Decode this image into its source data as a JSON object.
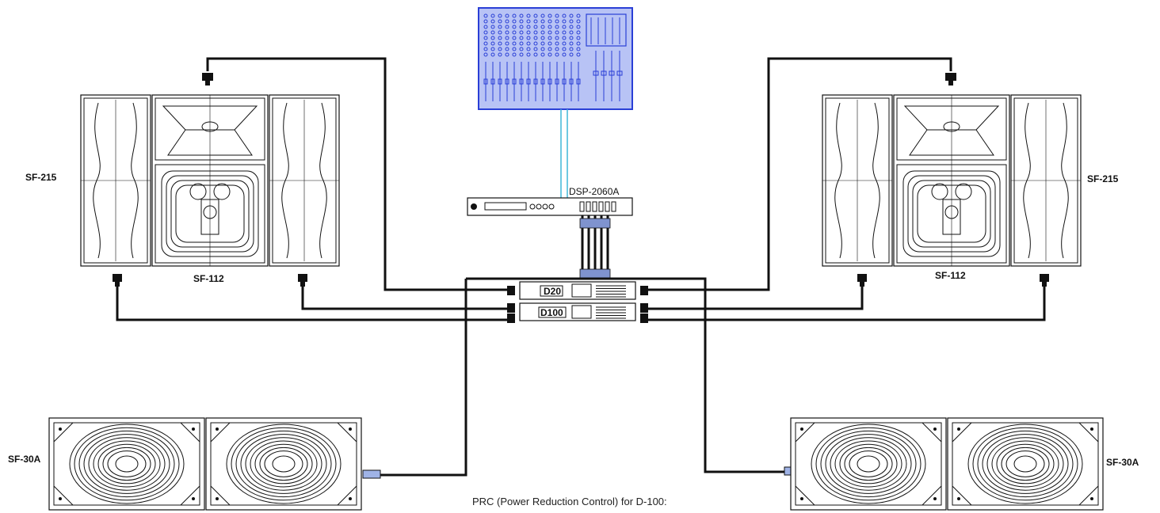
{
  "labels": {
    "mixer": "",
    "dsp": "DSP-2060A",
    "amp_top": "D20",
    "amp_bottom": "D100",
    "left_top_speaker": "SF-215",
    "left_center_speaker": "SF-112",
    "right_top_speaker": "SF-215",
    "right_center_speaker": "SF-112",
    "left_sub": "SF-30A",
    "right_sub": "SF-30A",
    "note": "PRC (Power Reduction Control) for D-100:"
  },
  "colors": {
    "mixer_fill": "#b8c3f5",
    "mixer_stroke": "#2a3fd6",
    "signal_line": "#3fb7d8",
    "cable": "#111111",
    "connector": "#7f93cf"
  }
}
